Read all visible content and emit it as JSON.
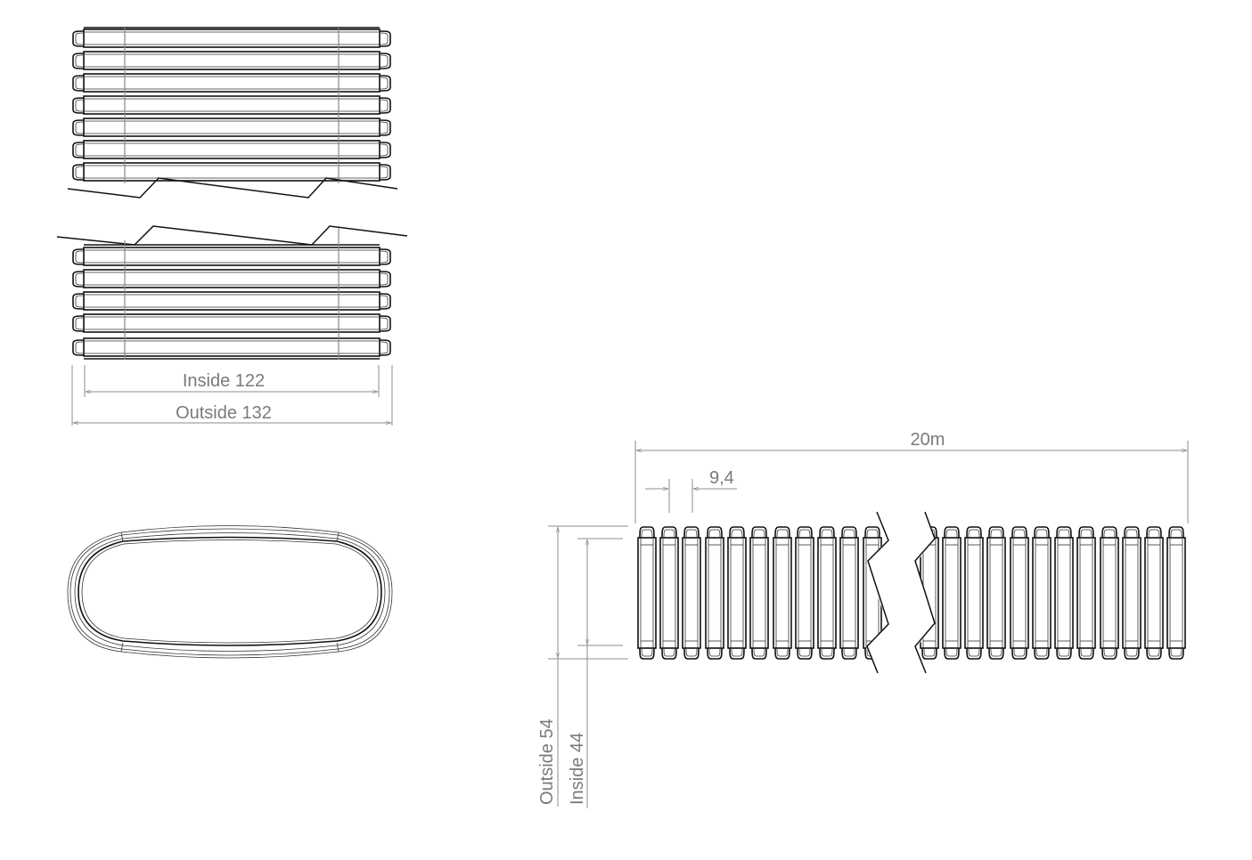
{
  "drawing": {
    "subject": "Oval corrugated duct",
    "views": {
      "top_view": {
        "upper_segment_ribs": 7,
        "lower_segment_ribs": 5,
        "dimensions": {
          "inside_width_label": "Inside 122",
          "outside_width_label": "Outside 132"
        }
      },
      "cross_section": {
        "shape": "oval"
      },
      "side_view": {
        "left_segment_ribs": 11,
        "right_segment_ribs": 12,
        "dimensions": {
          "length_label": "20m",
          "pitch_label": "9,4",
          "outside_height_label": "Outside 54",
          "inside_height_label": "Inside 44"
        }
      }
    },
    "colors": {
      "line": "#111111",
      "dimension": "#8c8c8c",
      "dimension_text": "#7a7a7a",
      "background": "#ffffff"
    }
  }
}
